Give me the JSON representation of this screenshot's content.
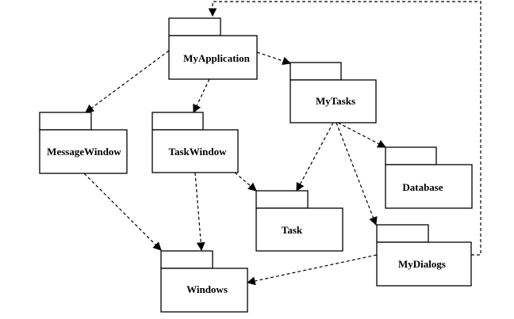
{
  "packages": [
    {
      "id": "myapplication",
      "label": "MyApplication"
    },
    {
      "id": "mytasks",
      "label": "MyTasks"
    },
    {
      "id": "messagewindow",
      "label": "MessageWindow"
    },
    {
      "id": "taskwindow",
      "label": "TaskWindow"
    },
    {
      "id": "database",
      "label": "Database"
    },
    {
      "id": "task",
      "label": "Task"
    },
    {
      "id": "mydialogs",
      "label": "MyDialogs"
    },
    {
      "id": "windows",
      "label": "Windows"
    }
  ],
  "dependencies": [
    {
      "from": "myapplication",
      "to": "mytasks"
    },
    {
      "from": "myapplication",
      "to": "messagewindow"
    },
    {
      "from": "myapplication",
      "to": "taskwindow"
    },
    {
      "from": "mytasks",
      "to": "task"
    },
    {
      "from": "mytasks",
      "to": "database"
    },
    {
      "from": "mytasks",
      "to": "mydialogs"
    },
    {
      "from": "taskwindow",
      "to": "task"
    },
    {
      "from": "taskwindow",
      "to": "windows"
    },
    {
      "from": "messagewindow",
      "to": "windows"
    },
    {
      "from": "mydialogs",
      "to": "windows"
    },
    {
      "from": "mydialogs",
      "to": "myapplication"
    }
  ]
}
